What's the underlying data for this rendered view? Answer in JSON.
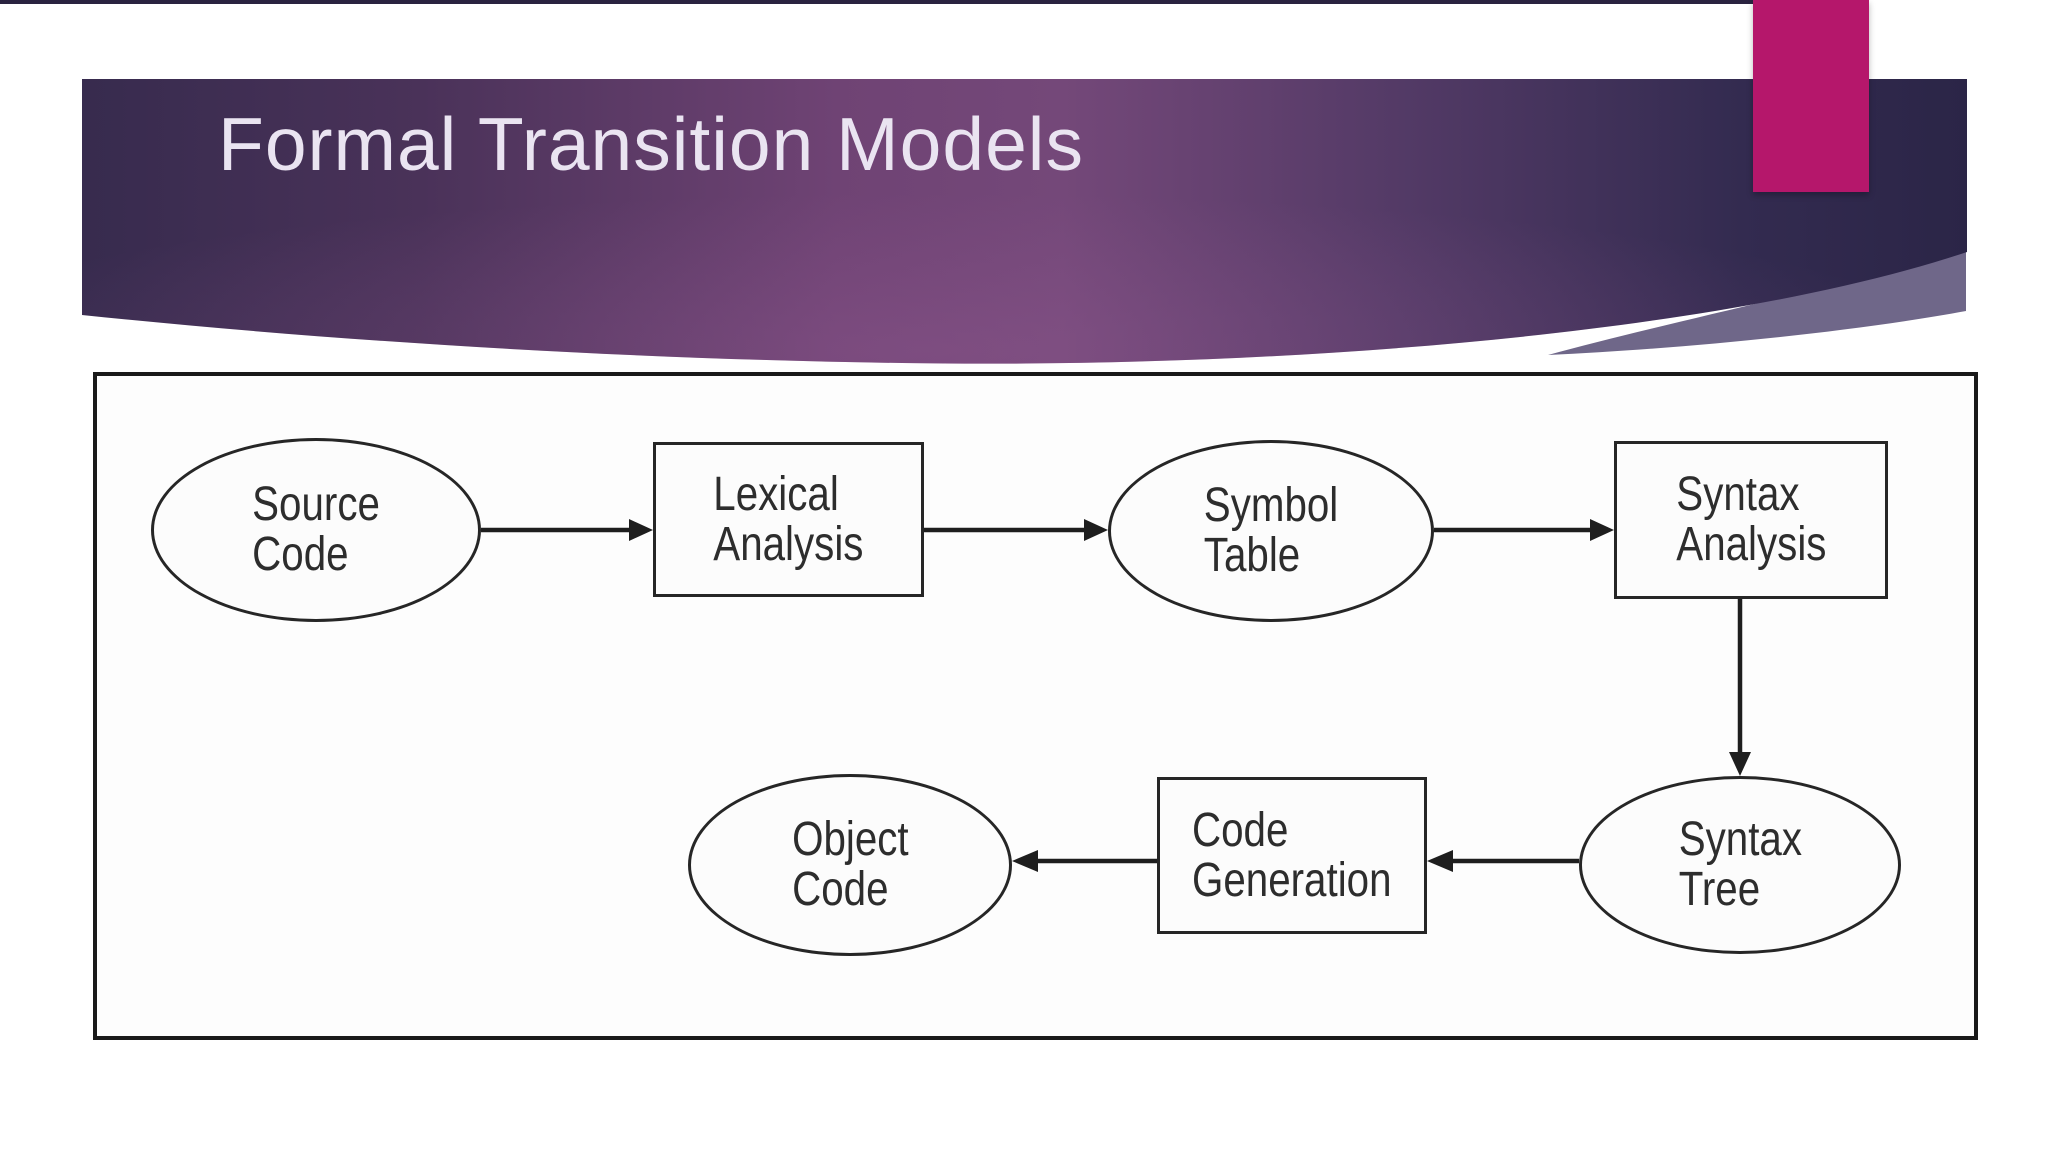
{
  "slide": {
    "title": "Formal Transition Models",
    "title_color": "#eae4f1",
    "top_strip_color": "#2a2340",
    "accent_bar_color": "#b5176b",
    "banner_colors": {
      "left": "#372b4e",
      "center": "#744879",
      "right": "#2b2547",
      "wave_accent": "#6f6789"
    }
  },
  "diagram": {
    "frame_border_color": "#1a1a1a",
    "node_border_color": "#262626",
    "node_fill_color": "#fcfcfc",
    "text_color": "#2d2d2d",
    "arrow_color": "#1e1e1e",
    "nodes": [
      {
        "id": "source-code",
        "shape": "ellipse",
        "line1": "Source",
        "line2": "Code"
      },
      {
        "id": "lexical-analysis",
        "shape": "rect",
        "line1": "Lexical",
        "line2": "Analysis"
      },
      {
        "id": "symbol-table",
        "shape": "ellipse",
        "line1": "Symbol",
        "line2": "Table"
      },
      {
        "id": "syntax-analysis",
        "shape": "rect",
        "line1": "Syntax",
        "line2": "Analysis"
      },
      {
        "id": "syntax-tree",
        "shape": "ellipse",
        "line1": "Syntax",
        "line2": "Tree"
      },
      {
        "id": "code-generation",
        "shape": "rect",
        "line1": "Code",
        "line2": "Generation"
      },
      {
        "id": "object-code",
        "shape": "ellipse",
        "line1": "Object",
        "line2": "Code"
      }
    ],
    "edges": [
      {
        "from": "source-code",
        "to": "lexical-analysis",
        "direction": "right"
      },
      {
        "from": "lexical-analysis",
        "to": "symbol-table",
        "direction": "right"
      },
      {
        "from": "symbol-table",
        "to": "syntax-analysis",
        "direction": "right"
      },
      {
        "from": "syntax-analysis",
        "to": "syntax-tree",
        "direction": "down"
      },
      {
        "from": "syntax-tree",
        "to": "code-generation",
        "direction": "left"
      },
      {
        "from": "code-generation",
        "to": "object-code",
        "direction": "left"
      }
    ]
  }
}
